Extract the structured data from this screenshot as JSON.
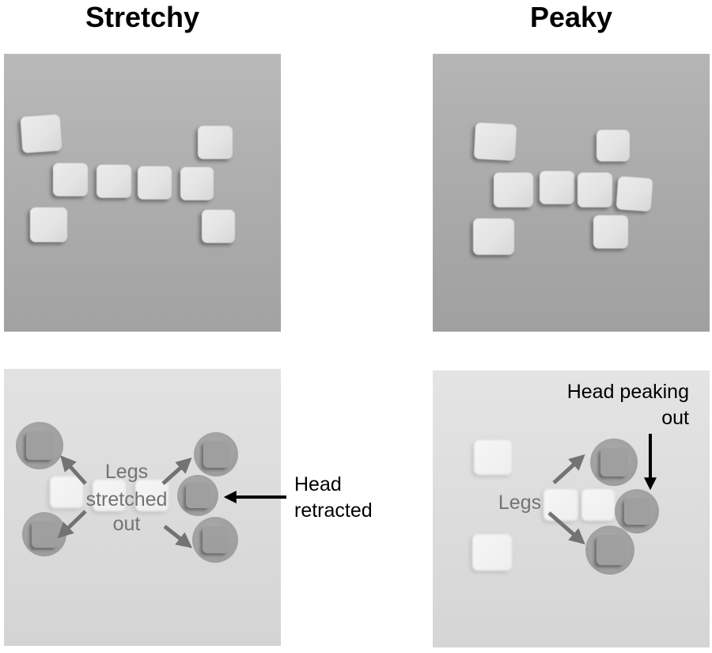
{
  "titles": {
    "left": "Stretchy",
    "right": "Peaky"
  },
  "annotations": {
    "stretchy": {
      "legs_label": [
        "Legs",
        "stretched",
        "out"
      ],
      "head_label": [
        "Head",
        "retracted"
      ]
    },
    "peaky": {
      "legs_label": "Legs",
      "head_label": [
        "Head peaking",
        "out"
      ]
    }
  },
  "colors": {
    "annotation_gray": "#737373",
    "annotation_black": "#000000"
  }
}
